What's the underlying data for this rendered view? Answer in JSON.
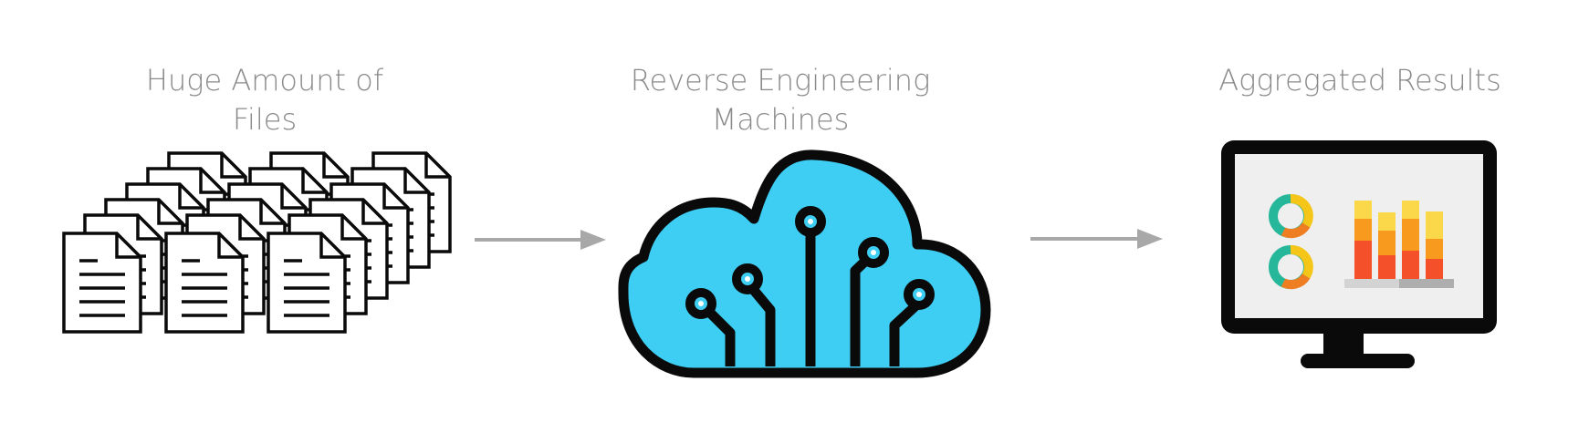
{
  "stages": [
    {
      "id": "files",
      "lines": [
        "Huge Amount of",
        "Files"
      ],
      "icon": "document-stack-icon"
    },
    {
      "id": "machines",
      "lines": [
        "Reverse Engineering",
        "Machines"
      ],
      "icon": "circuit-cloud-icon"
    },
    {
      "id": "results",
      "lines": [
        "Aggregated Results",
        ""
      ],
      "icon": "monitor-dashboard-icon"
    }
  ],
  "colors": {
    "label": "#8a8a8a",
    "arrow": "#a8a8a8",
    "cloud_fill": "#3ecef3",
    "outline": "#0a0a0a",
    "screen": "#efefef",
    "donut_teal": "#26b79a",
    "donut_yellow": "#f5c518",
    "donut_orange": "#ef7d22",
    "bar_red": "#f4502a",
    "bar_orange": "#f79a1e",
    "bar_yellow": "#fbd84a",
    "base_gray": "#c9c9c9"
  }
}
